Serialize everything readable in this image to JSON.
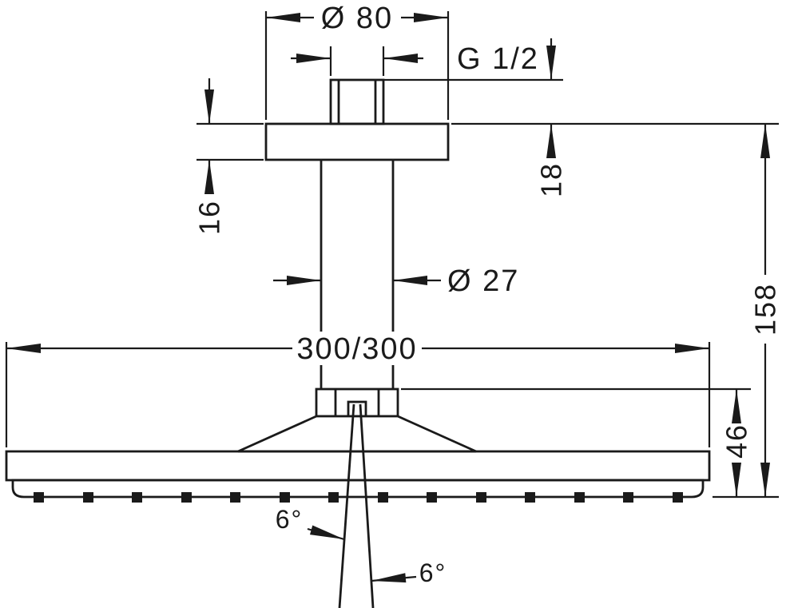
{
  "drawing": {
    "type": "technical-dimension-drawing",
    "subject": "ceiling-mounted overhead shower"
  },
  "colors": {
    "line": "#1a1a1a",
    "background": "#ffffff"
  },
  "labels": {
    "flange_diameter": "Ø 80",
    "thread_size": "G 1/2",
    "thread_engagement": "18",
    "flange_height": "16",
    "pipe_diameter": "Ø 27",
    "head_size": "300/300",
    "installation_height": "158",
    "head_height": "46",
    "spray_angle_left": "6°",
    "spray_angle_right": "6°"
  }
}
